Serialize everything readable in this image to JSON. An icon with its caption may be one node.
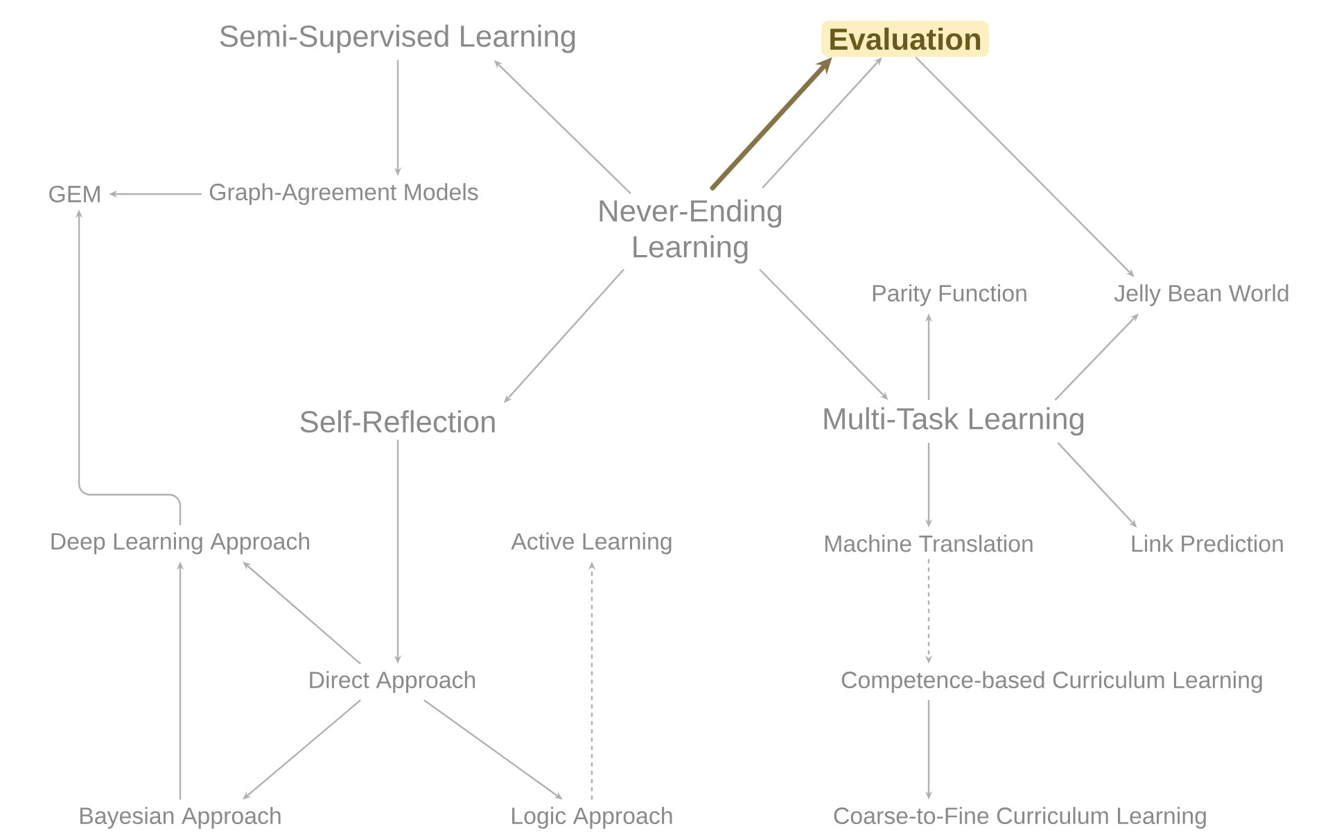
{
  "diagram": {
    "nodes": [
      {
        "text": [
          "Semi-Supervised Learning"
        ]
      },
      {
        "text": [
          "Evaluation"
        ]
      },
      {
        "text": [
          "GEM"
        ]
      },
      {
        "text": [
          "Graph-Agreement Models"
        ]
      },
      {
        "text": [
          "Never-Ending Learning"
        ]
      },
      {
        "text": [
          "Parity Function"
        ]
      },
      {
        "text": [
          "Jelly Bean World"
        ]
      },
      {
        "text": [
          "Self-Reflection"
        ]
      },
      {
        "text": [
          "Multi-Task Learning"
        ]
      },
      {
        "text": [
          "Deep Learning Approach"
        ]
      },
      {
        "text": [
          "Active Learning"
        ]
      },
      {
        "text": [
          "Machine Translation"
        ]
      },
      {
        "text": [
          "Link Prediction"
        ]
      },
      {
        "text": [
          "Direct Approach"
        ]
      },
      {
        "text": [
          "Competence-based Curriculum Learning"
        ]
      },
      {
        "text": [
          "Bayesian Approach"
        ]
      },
      {
        "text": [
          "Logic Approach"
        ]
      },
      {
        "text": [
          "Coarse-to-Fine Curriculum Learning"
        ]
      }
    ],
    "edges": [
      {
        "from": 4,
        "to": 0,
        "arrow": "to"
      },
      {
        "from": 4,
        "to": 1,
        "arrow": "to",
        "style": "thick",
        "color": "#857447"
      },
      {
        "from": 4,
        "to": 1,
        "arrow": "to"
      },
      {
        "from": 1,
        "to": 6,
        "arrow": "to"
      },
      {
        "from": 0,
        "to": 3,
        "arrow": "to"
      },
      {
        "from": 3,
        "to": 2,
        "arrow": "to"
      },
      {
        "from": 4,
        "to": 7,
        "arrow": "to"
      },
      {
        "from": 4,
        "to": 8,
        "arrow": "to"
      },
      {
        "from": 8,
        "to": 5,
        "arrow": "to"
      },
      {
        "from": 8,
        "to": 6,
        "arrow": "to"
      },
      {
        "from": 8,
        "to": 11,
        "arrow": "to"
      },
      {
        "from": 8,
        "to": 12,
        "arrow": "to"
      },
      {
        "from": 7,
        "to": 13,
        "arrow": "to"
      },
      {
        "from": 9,
        "to": 2,
        "arrow": "to"
      },
      {
        "from": 13,
        "to": 9,
        "arrow": "to"
      },
      {
        "from": 13,
        "to": 15,
        "arrow": "to"
      },
      {
        "from": 13,
        "to": 16,
        "arrow": "to"
      },
      {
        "from": 15,
        "to": 9,
        "arrow": "to"
      },
      {
        "from": 16,
        "to": 10,
        "arrow": "to",
        "style": "dashed"
      },
      {
        "from": 11,
        "to": 14,
        "arrow": "to",
        "style": "dashed"
      },
      {
        "from": 14,
        "to": 17,
        "arrow": "to"
      }
    ]
  }
}
